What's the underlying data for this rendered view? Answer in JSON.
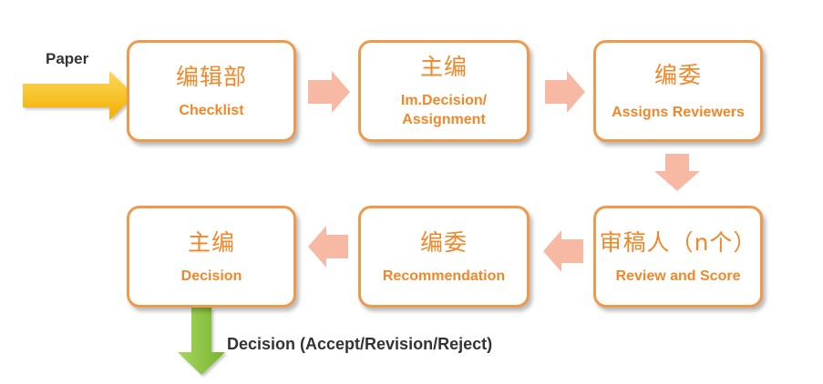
{
  "inputs": {
    "paper_label": "Paper"
  },
  "steps": [
    {
      "zh": "编辑部",
      "en_lines": [
        "Checklist"
      ]
    },
    {
      "zh": "主编",
      "en_lines": [
        "Im.Decision/",
        "Assignment"
      ]
    },
    {
      "zh": "编委",
      "en_lines": [
        "Assigns Reviewers"
      ]
    },
    {
      "zh": "审稿人（n个）",
      "en_lines": [
        "Review and Score"
      ]
    },
    {
      "zh": "编委",
      "en_lines": [
        "Recommendation"
      ]
    },
    {
      "zh": "主编",
      "en_lines": [
        "Decision"
      ]
    }
  ],
  "output": {
    "decision_label": "Decision (Accept/Revision/Reject)"
  },
  "colors": {
    "box_border": "#ee9a4a",
    "text_orange": "#f0882a",
    "connector_arrow": "#f8b9a4",
    "input_arrow": "#f5b800",
    "output_arrow": "#8cc63f"
  }
}
